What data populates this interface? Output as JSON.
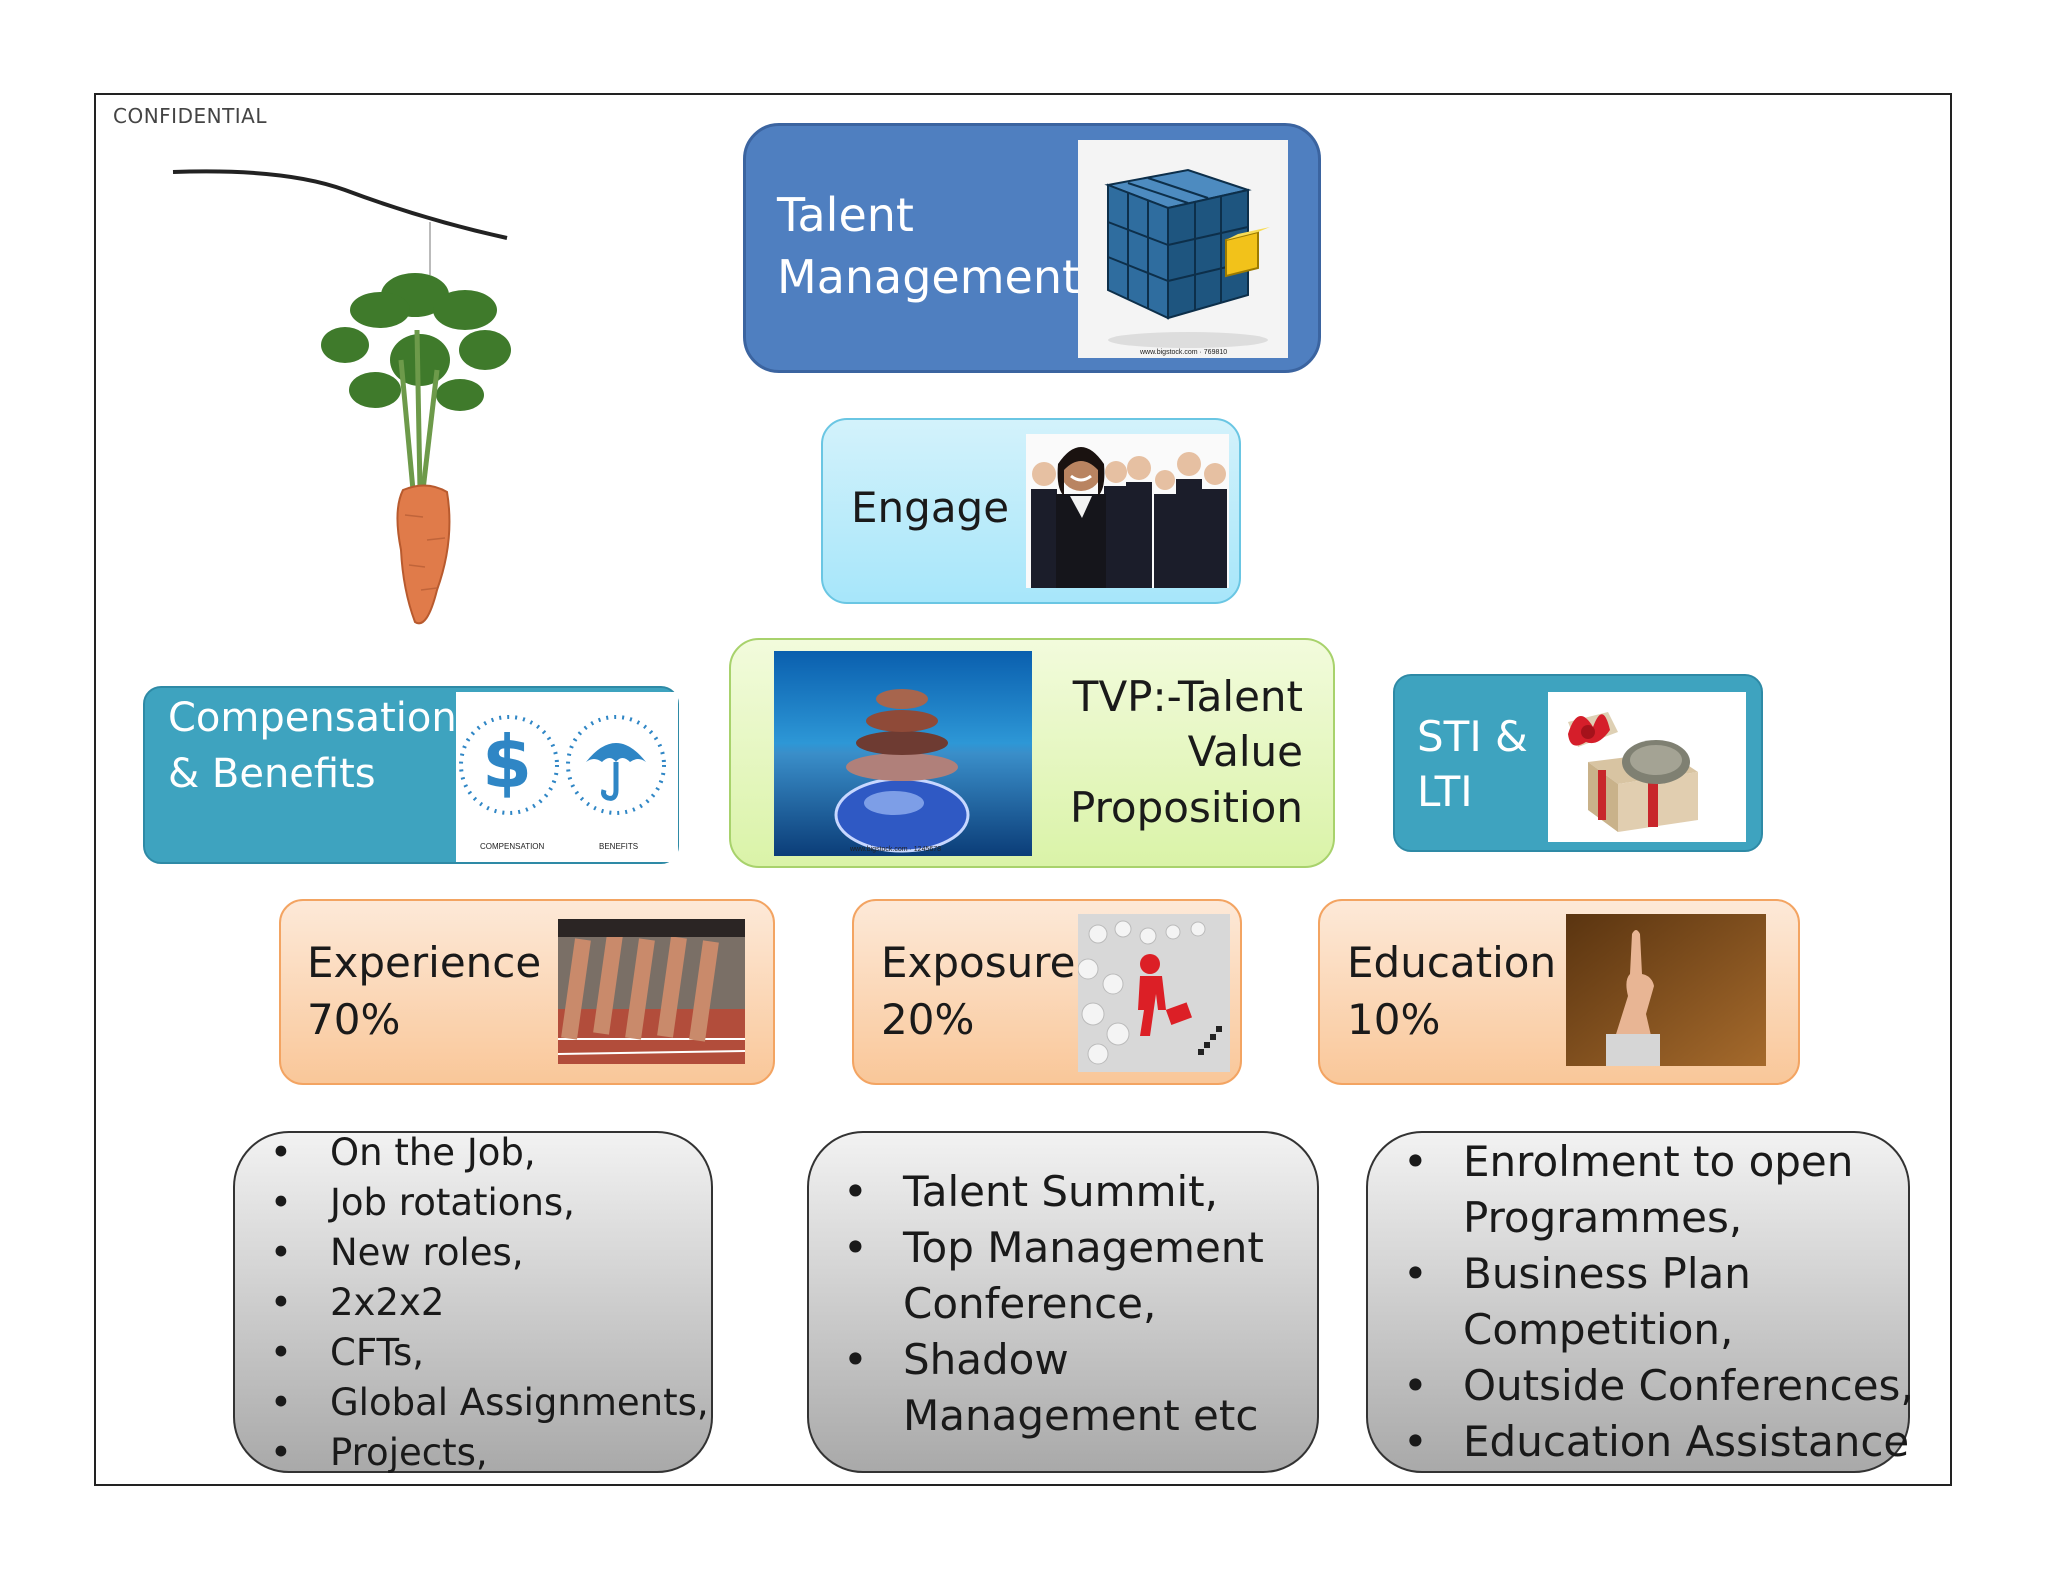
{
  "confidential": "CONFIDENTIAL",
  "talent_management": {
    "line1": "Talent",
    "line2": "Management",
    "image_caption": "www.bigstock.com · 769810",
    "image": "cube-puzzle-icon"
  },
  "engage": {
    "label": "Engage",
    "image": "business-team-icon"
  },
  "compensation": {
    "line1": "Compensation",
    "line2": "& Benefits",
    "cap1": "COMPENSATION",
    "cap2": "BENEFITS",
    "icons": [
      "dollar-icon",
      "umbrella-icon"
    ]
  },
  "tvp": {
    "line1": "TVP:-Talent",
    "line2": "Value",
    "line3": "Proposition",
    "image_caption": "www.bigstock.com · 1245678",
    "image": "stacked-stones-icon"
  },
  "sti": {
    "line1": "STI &",
    "line2": "LTI",
    "image": "gift-box-money-icon"
  },
  "experience": {
    "line1": "Experience",
    "line2": "70%",
    "image": "runners-start-icon"
  },
  "exposure": {
    "line1": "Exposure",
    "line2": "20%",
    "image": "red-leader-figure-icon"
  },
  "education": {
    "line1": "Education",
    "line2": "10%",
    "image": "raised-hand-icon"
  },
  "experience_list": [
    "On the Job,",
    "Job rotations,",
    "New roles,",
    "2x2x2",
    "CFTs,",
    "Global Assignments,",
    "Projects,"
  ],
  "exposure_list": [
    {
      "a": "Talent Summit,"
    },
    {
      "a": "Top Management",
      "b": "Conference,"
    },
    {
      "a": "Shadow",
      "b": "Management etc"
    }
  ],
  "education_list": [
    {
      "a": "Enrolment to open",
      "b": "Programmes,"
    },
    {
      "a": "Business Plan",
      "b": "Competition,"
    },
    {
      "a": "Outside Conferences,"
    },
    {
      "a": "Education Assistance"
    }
  ],
  "colors": {
    "talent": "#4f7fc0",
    "engage": "#b9ecfb",
    "comp": "#3ea3bf",
    "tvp": "#e6f7c2",
    "orange": "#fbd1ab",
    "grey": "#c8c8c8"
  }
}
